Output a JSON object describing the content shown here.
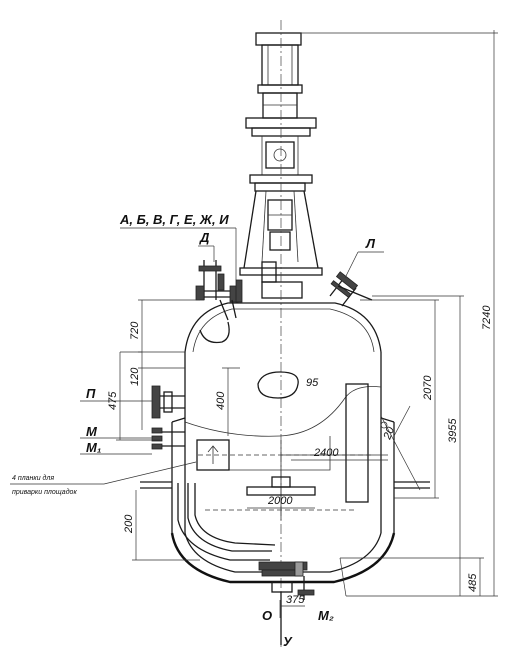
{
  "labels": {
    "top_group": "А, Б, В, Г, Е, Ж, И",
    "d": "Д",
    "l": "Л",
    "p": "П",
    "m": "М",
    "m1": "М₁",
    "m2": "М₂",
    "o": "О",
    "u": "У"
  },
  "note": {
    "line1": "4 планки для",
    "line2": "приварки площадок"
  },
  "dimensions": {
    "d7240": "7240",
    "d3955": "3955",
    "d2070": "2070",
    "d720": "720",
    "d120": "120",
    "d475": "475",
    "d400": "400",
    "d200": "200",
    "d485": "485",
    "d375": "375",
    "d2400": "2400",
    "d2000": "2000",
    "d95": "95",
    "d20": "20"
  }
}
